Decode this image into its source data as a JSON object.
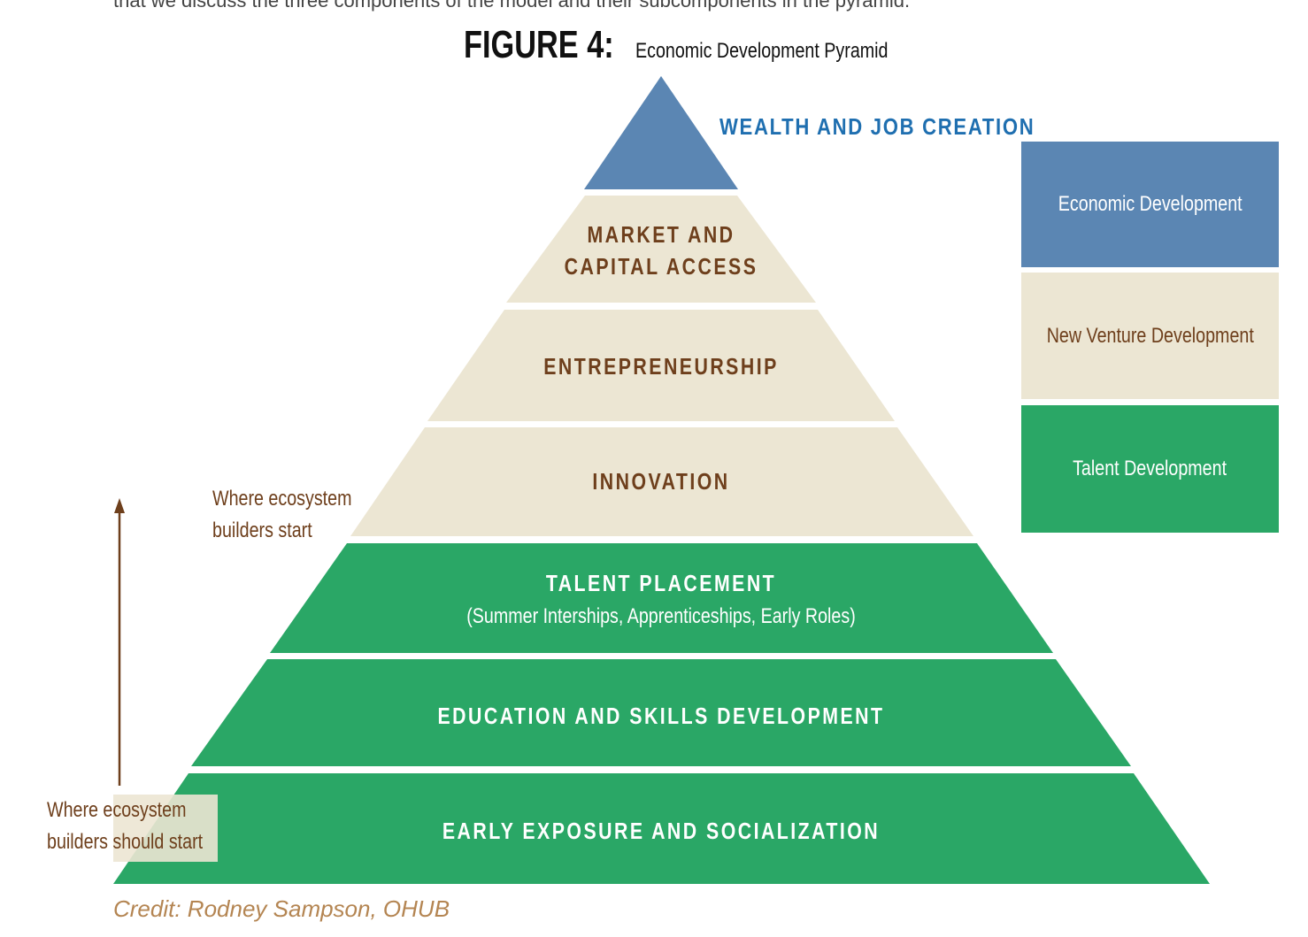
{
  "header": {
    "cutoff_line": "that we discuss the three components of the model and their subcomponents in the pyramid.",
    "figure_label": "FIGURE 4:",
    "figure_title": "Economic Development Pyramid"
  },
  "pyramid": {
    "apex_label": "WEALTH AND JOB CREATION",
    "tiers": [
      {
        "lines": [
          "MARKET AND",
          "CAPITAL ACCESS"
        ],
        "group": "venture"
      },
      {
        "lines": [
          "ENTREPRENEURSHIP"
        ],
        "group": "venture"
      },
      {
        "lines": [
          "INNOVATION"
        ],
        "group": "venture"
      },
      {
        "lines": [
          "TALENT PLACEMENT",
          "(Summer Interships, Apprenticeships, Early Roles)"
        ],
        "group": "talent"
      },
      {
        "lines": [
          "EDUCATION AND SKILLS DEVELOPMENT"
        ],
        "group": "talent"
      },
      {
        "lines": [
          "EARLY EXPOSURE AND SOCIALIZATION"
        ],
        "group": "talent"
      }
    ]
  },
  "legend": {
    "economic": "Economic Development",
    "venture": "New Venture Development",
    "talent": "Talent Development"
  },
  "annotations": {
    "current_start": [
      "Where ecosystem",
      "builders start"
    ],
    "should_start": [
      "Where ecosystem",
      "builders should start"
    ]
  },
  "credit": "Credit: Rodney Sampson, OHUB",
  "colors": {
    "economic": "#5b86b3",
    "venture": "#ece6d3",
    "talent": "#2aa766",
    "apex_label": "#1f6fb0",
    "venture_text": "#6e3f1c",
    "talent_text": "#ffffff",
    "arrow": "#6e3f1c"
  }
}
